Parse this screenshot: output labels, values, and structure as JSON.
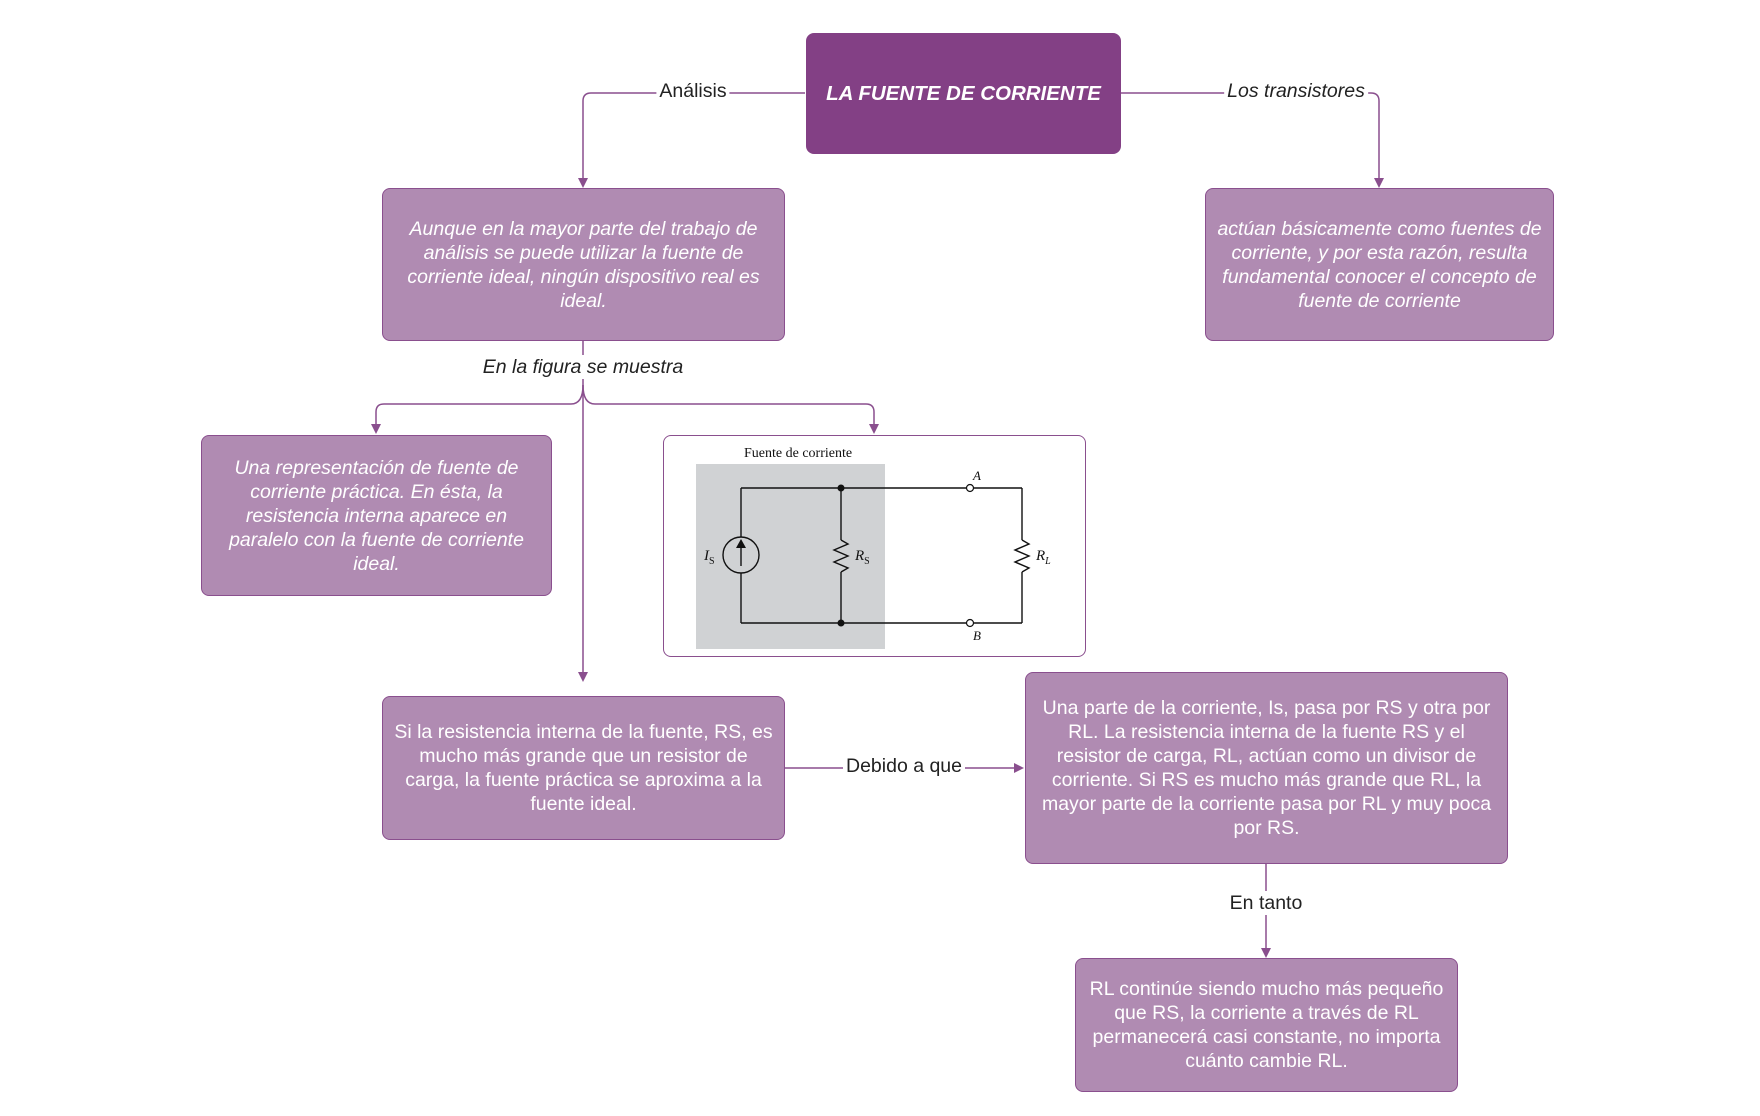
{
  "title": "LA FUENTE DE CORRIENTE",
  "edges": {
    "analisis": "Análisis",
    "transistores": "Los transistores",
    "figura": "En la figura se muestra",
    "debido": "Debido a que",
    "entanto": "En tanto"
  },
  "nodes": {
    "analisis_text": "Aunque en la mayor parte del trabajo de análisis se puede utilizar la fuente de corriente ideal, ningún dispositivo real es ideal.",
    "transistores_text": "actúan básicamente como fuentes de corriente, y por esta razón, resulta fundamental conocer el concepto de fuente de corriente",
    "representacion_text": "Una representación de fuente de corriente práctica. En ésta, la resistencia interna aparece en paralelo con la fuente de corriente ideal.",
    "resistencia_text": "Si la resistencia interna de la fuente, RS, es mucho más grande que un resistor de carga, la fuente práctica se aproxima a la fuente ideal.",
    "divisor_text": "Una parte de la corriente, Is, pasa por RS y otra por RL. La resistencia interna de la fuente RS y el resistor de carga, RL, actúan como un divisor de corriente. Si RS es mucho más grande que RL, la mayor parte de la corriente pasa por RL y muy poca por RS.",
    "constante_text": "RL continúe siendo mucho más pequeño que RS, la corriente a través de RL permanecerá casi constante, no importa cuánto cambie RL."
  },
  "figure": {
    "caption": "Fuente de corriente",
    "label_is": "I",
    "label_is_sub": "S",
    "label_rs": "R",
    "label_rs_sub": "S",
    "label_rl": "R",
    "label_rl_sub": "L",
    "label_a": "A",
    "label_b": "B"
  },
  "colors": {
    "title_bg": "#834085",
    "node_bg": "#b08bb2",
    "node_border": "#8a4f8e",
    "connector": "#8a4f8e"
  }
}
